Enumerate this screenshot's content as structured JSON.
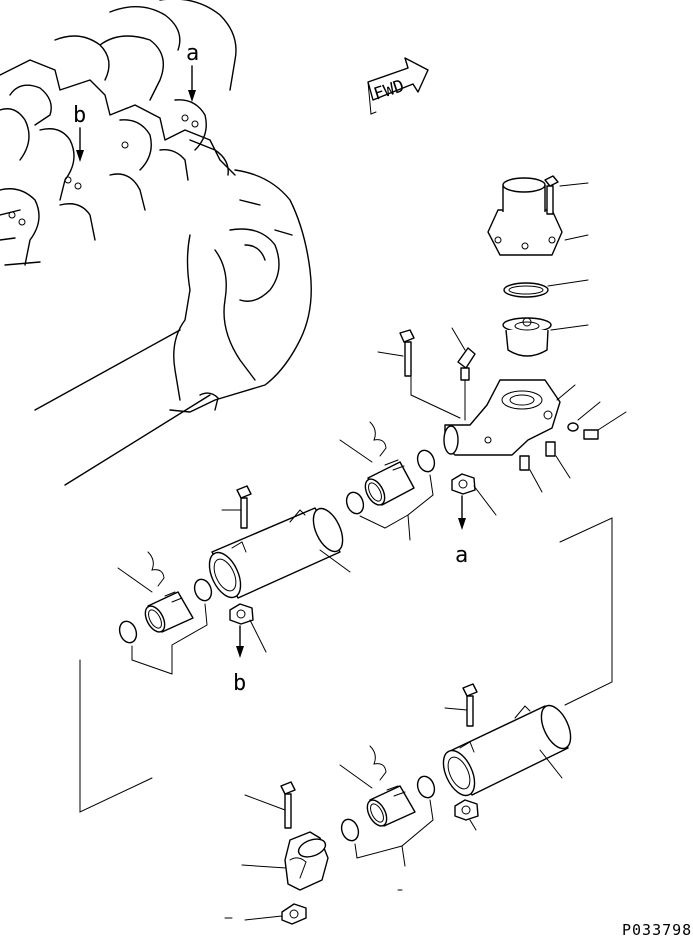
{
  "diagram": {
    "direction_label": "FWD",
    "callout_a_top": "a",
    "callout_b_top": "b",
    "callout_a_bottom": "a",
    "callout_b_bottom": "b",
    "drawing_number": "P033798"
  }
}
